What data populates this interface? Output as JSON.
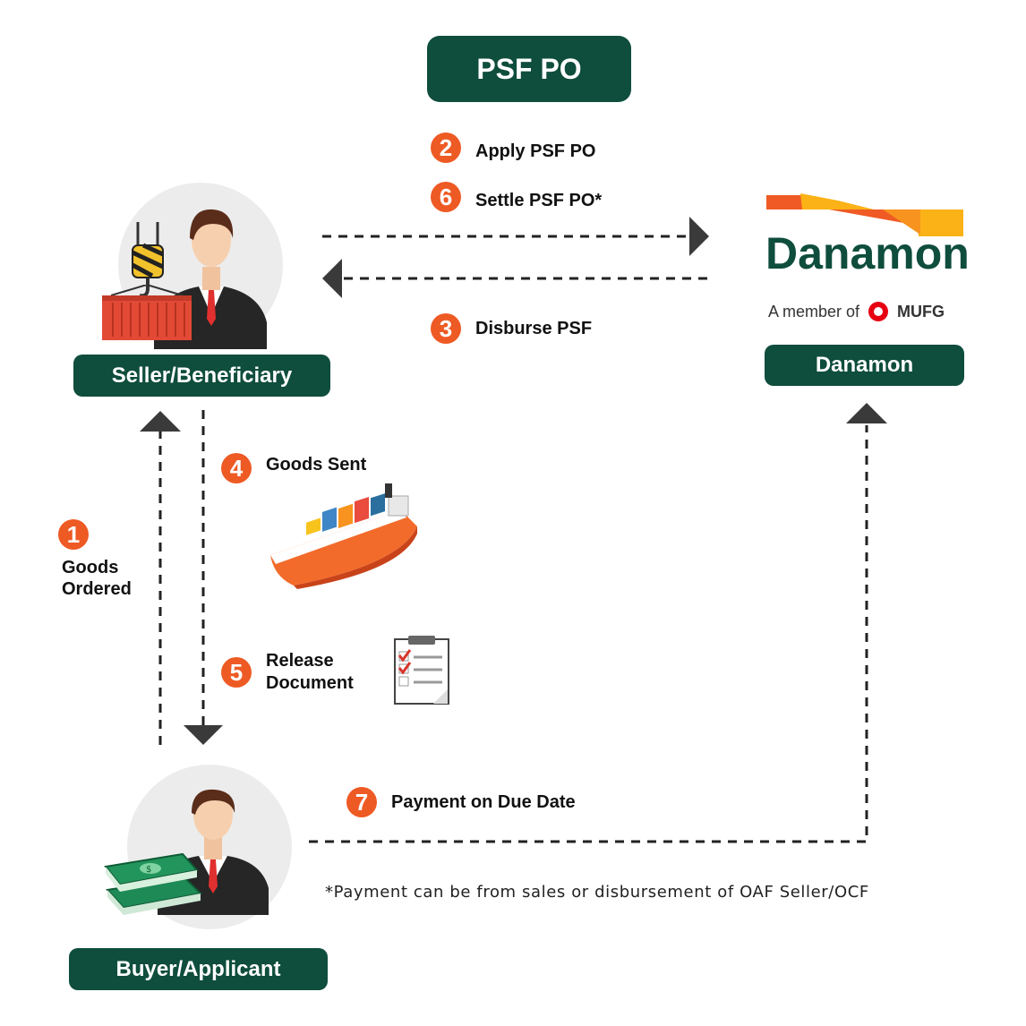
{
  "title": "PSF PO",
  "actors": {
    "seller": "Seller/Beneficiary",
    "bank": "Danamon",
    "buyer": "Buyer/Applicant"
  },
  "logo": {
    "wordmark": "Danamon",
    "member_text": "A member of",
    "mufg": "MUFG",
    "colors": {
      "green": "#0f4d3c",
      "orange": "#f05a24",
      "yellow": "#fbb216"
    }
  },
  "steps": [
    {
      "num": "1",
      "label_line1": "Goods",
      "label_line2": "Ordered"
    },
    {
      "num": "2",
      "label": "Apply PSF PO"
    },
    {
      "num": "3",
      "label": "Disburse PSF"
    },
    {
      "num": "4",
      "label": "Goods Sent"
    },
    {
      "num": "5",
      "label_line1": "Release",
      "label_line2": "Document"
    },
    {
      "num": "6",
      "label": "Settle PSF PO*"
    },
    {
      "num": "7",
      "label": "Payment on Due Date"
    }
  ],
  "footnote": "*Payment can be from sales or disbursement of OAF Seller/OCF",
  "icons": [
    "seller-person-icon",
    "crane-hook-icon",
    "cargo-container-icon",
    "cargo-ship-icon",
    "checklist-clipboard-icon",
    "buyer-person-icon",
    "money-stack-icon"
  ],
  "accent_colors": {
    "pill": "#0f4d3c",
    "step_badge": "#ee5a24"
  }
}
